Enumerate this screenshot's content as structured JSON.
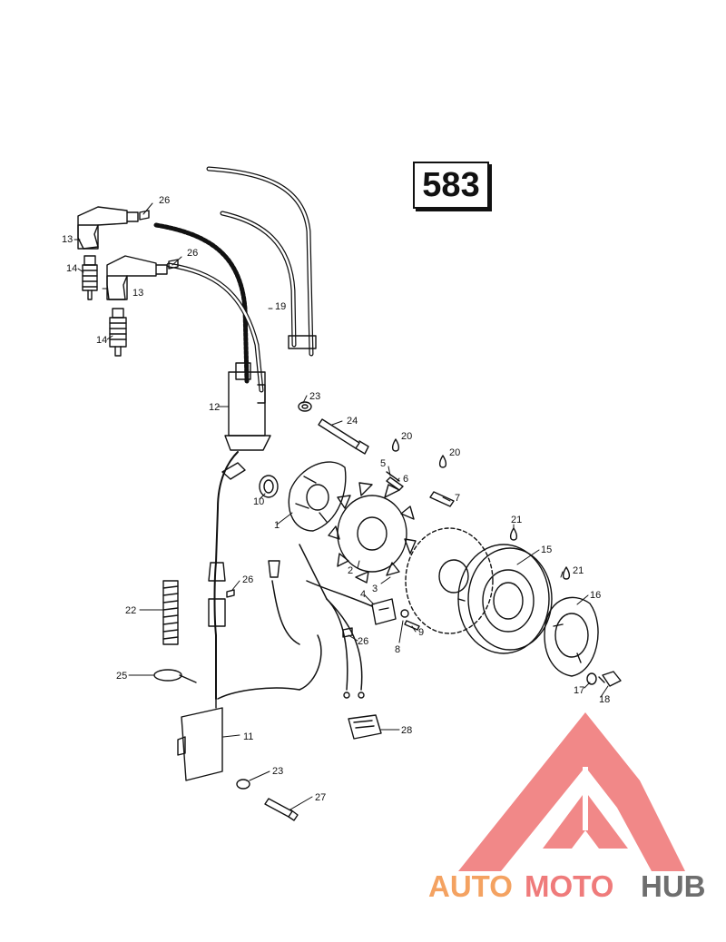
{
  "model_number": "583",
  "callouts": {
    "c1": "1",
    "c2": "2",
    "c3": "3",
    "c4": "4",
    "c5": "5",
    "c6": "6",
    "c7": "7",
    "c8": "8",
    "c9": "9",
    "c10": "10",
    "c11": "11",
    "c12": "12",
    "c13a": "13",
    "c13b": "13",
    "c14a": "14",
    "c14b": "14",
    "c15": "15",
    "c16": "16",
    "c17": "17",
    "c18": "18",
    "c19": "19",
    "c20a": "20",
    "c20b": "20",
    "c21a": "21",
    "c21b": "21",
    "c22": "22",
    "c23a": "23",
    "c23b": "23",
    "c24": "24",
    "c25": "25",
    "c26a": "26",
    "c26b": "26",
    "c26c": "26",
    "c26d": "26",
    "c27": "27",
    "c28": "28"
  },
  "watermark": {
    "auto": "AUTO",
    "moto": "MOTO",
    "hub": "HUB"
  },
  "colors": {
    "line": "#111111",
    "watermark_red": "#ef7b7b",
    "watermark_orange": "#f4a261",
    "watermark_gray": "#6e6e6e"
  }
}
